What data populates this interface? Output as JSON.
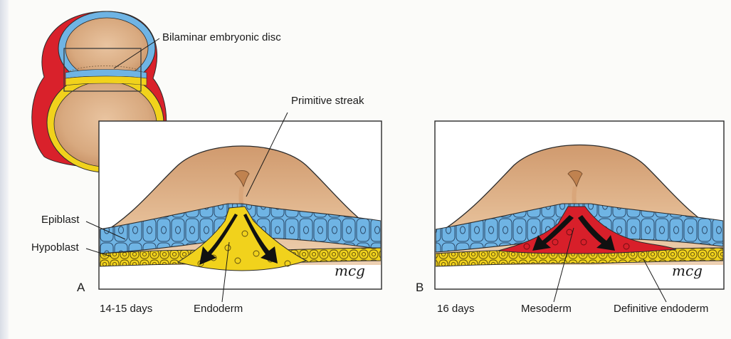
{
  "labels": {
    "bilaminar": "Bilaminar embryonic disc",
    "primitive_streak": "Primitive streak",
    "epiblast": "Epiblast",
    "hypoblast": "Hypoblast",
    "endoderm": "Endoderm",
    "mesoderm": "Mesoderm",
    "definitive_endoderm": "Definitive endoderm",
    "age_a": "14-15 days",
    "age_b": "16 days",
    "panel_a": "A",
    "panel_b": "B",
    "signature_a": "mcg",
    "signature_b": "mcg"
  },
  "colors": {
    "ectoderm_tan": "#e3b68e",
    "epiblast_blue": "#6fb4e4",
    "hypoblast_yellow": "#f1d21c",
    "mesoderm_red": "#d81f2a",
    "amnion_red": "#d9212b",
    "outline": "#2b2b2b"
  }
}
